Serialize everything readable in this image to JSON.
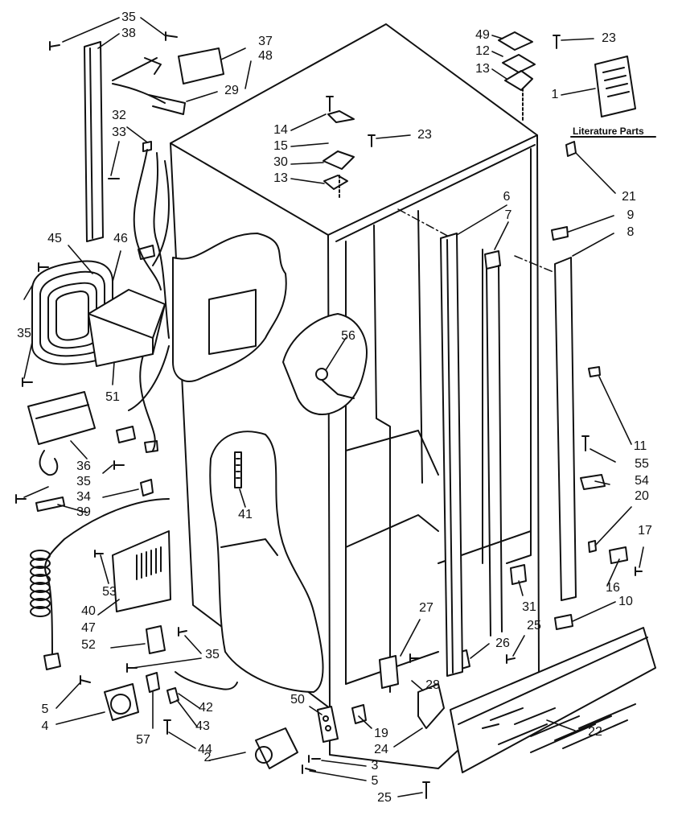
{
  "diagram": {
    "literature_title": "Literature Parts",
    "callouts": [
      {
        "id": "c35a",
        "text": "35"
      },
      {
        "id": "c38",
        "text": "38"
      },
      {
        "id": "c37",
        "text": "37"
      },
      {
        "id": "c48",
        "text": "48"
      },
      {
        "id": "c29",
        "text": "29"
      },
      {
        "id": "c32",
        "text": "32"
      },
      {
        "id": "c33",
        "text": "33"
      },
      {
        "id": "c45",
        "text": "45"
      },
      {
        "id": "c46",
        "text": "46"
      },
      {
        "id": "c35b",
        "text": "35"
      },
      {
        "id": "c51",
        "text": "51"
      },
      {
        "id": "c36",
        "text": "36"
      },
      {
        "id": "c35c",
        "text": "35"
      },
      {
        "id": "c34",
        "text": "34"
      },
      {
        "id": "c39",
        "text": "39"
      },
      {
        "id": "c41",
        "text": "41"
      },
      {
        "id": "c53",
        "text": "53"
      },
      {
        "id": "c40",
        "text": "40"
      },
      {
        "id": "c47",
        "text": "47"
      },
      {
        "id": "c52",
        "text": "52"
      },
      {
        "id": "c35d",
        "text": "35"
      },
      {
        "id": "c5a",
        "text": "5"
      },
      {
        "id": "c4",
        "text": "4"
      },
      {
        "id": "c57",
        "text": "57"
      },
      {
        "id": "c42",
        "text": "42"
      },
      {
        "id": "c43",
        "text": "43"
      },
      {
        "id": "c44",
        "text": "44"
      },
      {
        "id": "c2",
        "text": "2"
      },
      {
        "id": "c50",
        "text": "50"
      },
      {
        "id": "c3",
        "text": "3"
      },
      {
        "id": "c5b",
        "text": "5"
      },
      {
        "id": "c25a",
        "text": "25"
      },
      {
        "id": "c19",
        "text": "19"
      },
      {
        "id": "c24",
        "text": "24"
      },
      {
        "id": "c28",
        "text": "28"
      },
      {
        "id": "c27",
        "text": "27"
      },
      {
        "id": "c26",
        "text": "26"
      },
      {
        "id": "c25b",
        "text": "25"
      },
      {
        "id": "c22",
        "text": "22"
      },
      {
        "id": "c31",
        "text": "31"
      },
      {
        "id": "c10",
        "text": "10"
      },
      {
        "id": "c16",
        "text": "16"
      },
      {
        "id": "c17",
        "text": "17"
      },
      {
        "id": "c20",
        "text": "20"
      },
      {
        "id": "c54",
        "text": "54"
      },
      {
        "id": "c55",
        "text": "55"
      },
      {
        "id": "c11",
        "text": "11"
      },
      {
        "id": "c8",
        "text": "8"
      },
      {
        "id": "c9",
        "text": "9"
      },
      {
        "id": "c21",
        "text": "21"
      },
      {
        "id": "c6",
        "text": "6"
      },
      {
        "id": "c7",
        "text": "7"
      },
      {
        "id": "c56",
        "text": "56"
      },
      {
        "id": "c14",
        "text": "14"
      },
      {
        "id": "c15",
        "text": "15"
      },
      {
        "id": "c30",
        "text": "30"
      },
      {
        "id": "c13a",
        "text": "13"
      },
      {
        "id": "c23a",
        "text": "23"
      },
      {
        "id": "c49",
        "text": "49"
      },
      {
        "id": "c12",
        "text": "12"
      },
      {
        "id": "c13b",
        "text": "13"
      },
      {
        "id": "c23b",
        "text": "23"
      },
      {
        "id": "c1",
        "text": "1"
      }
    ]
  }
}
